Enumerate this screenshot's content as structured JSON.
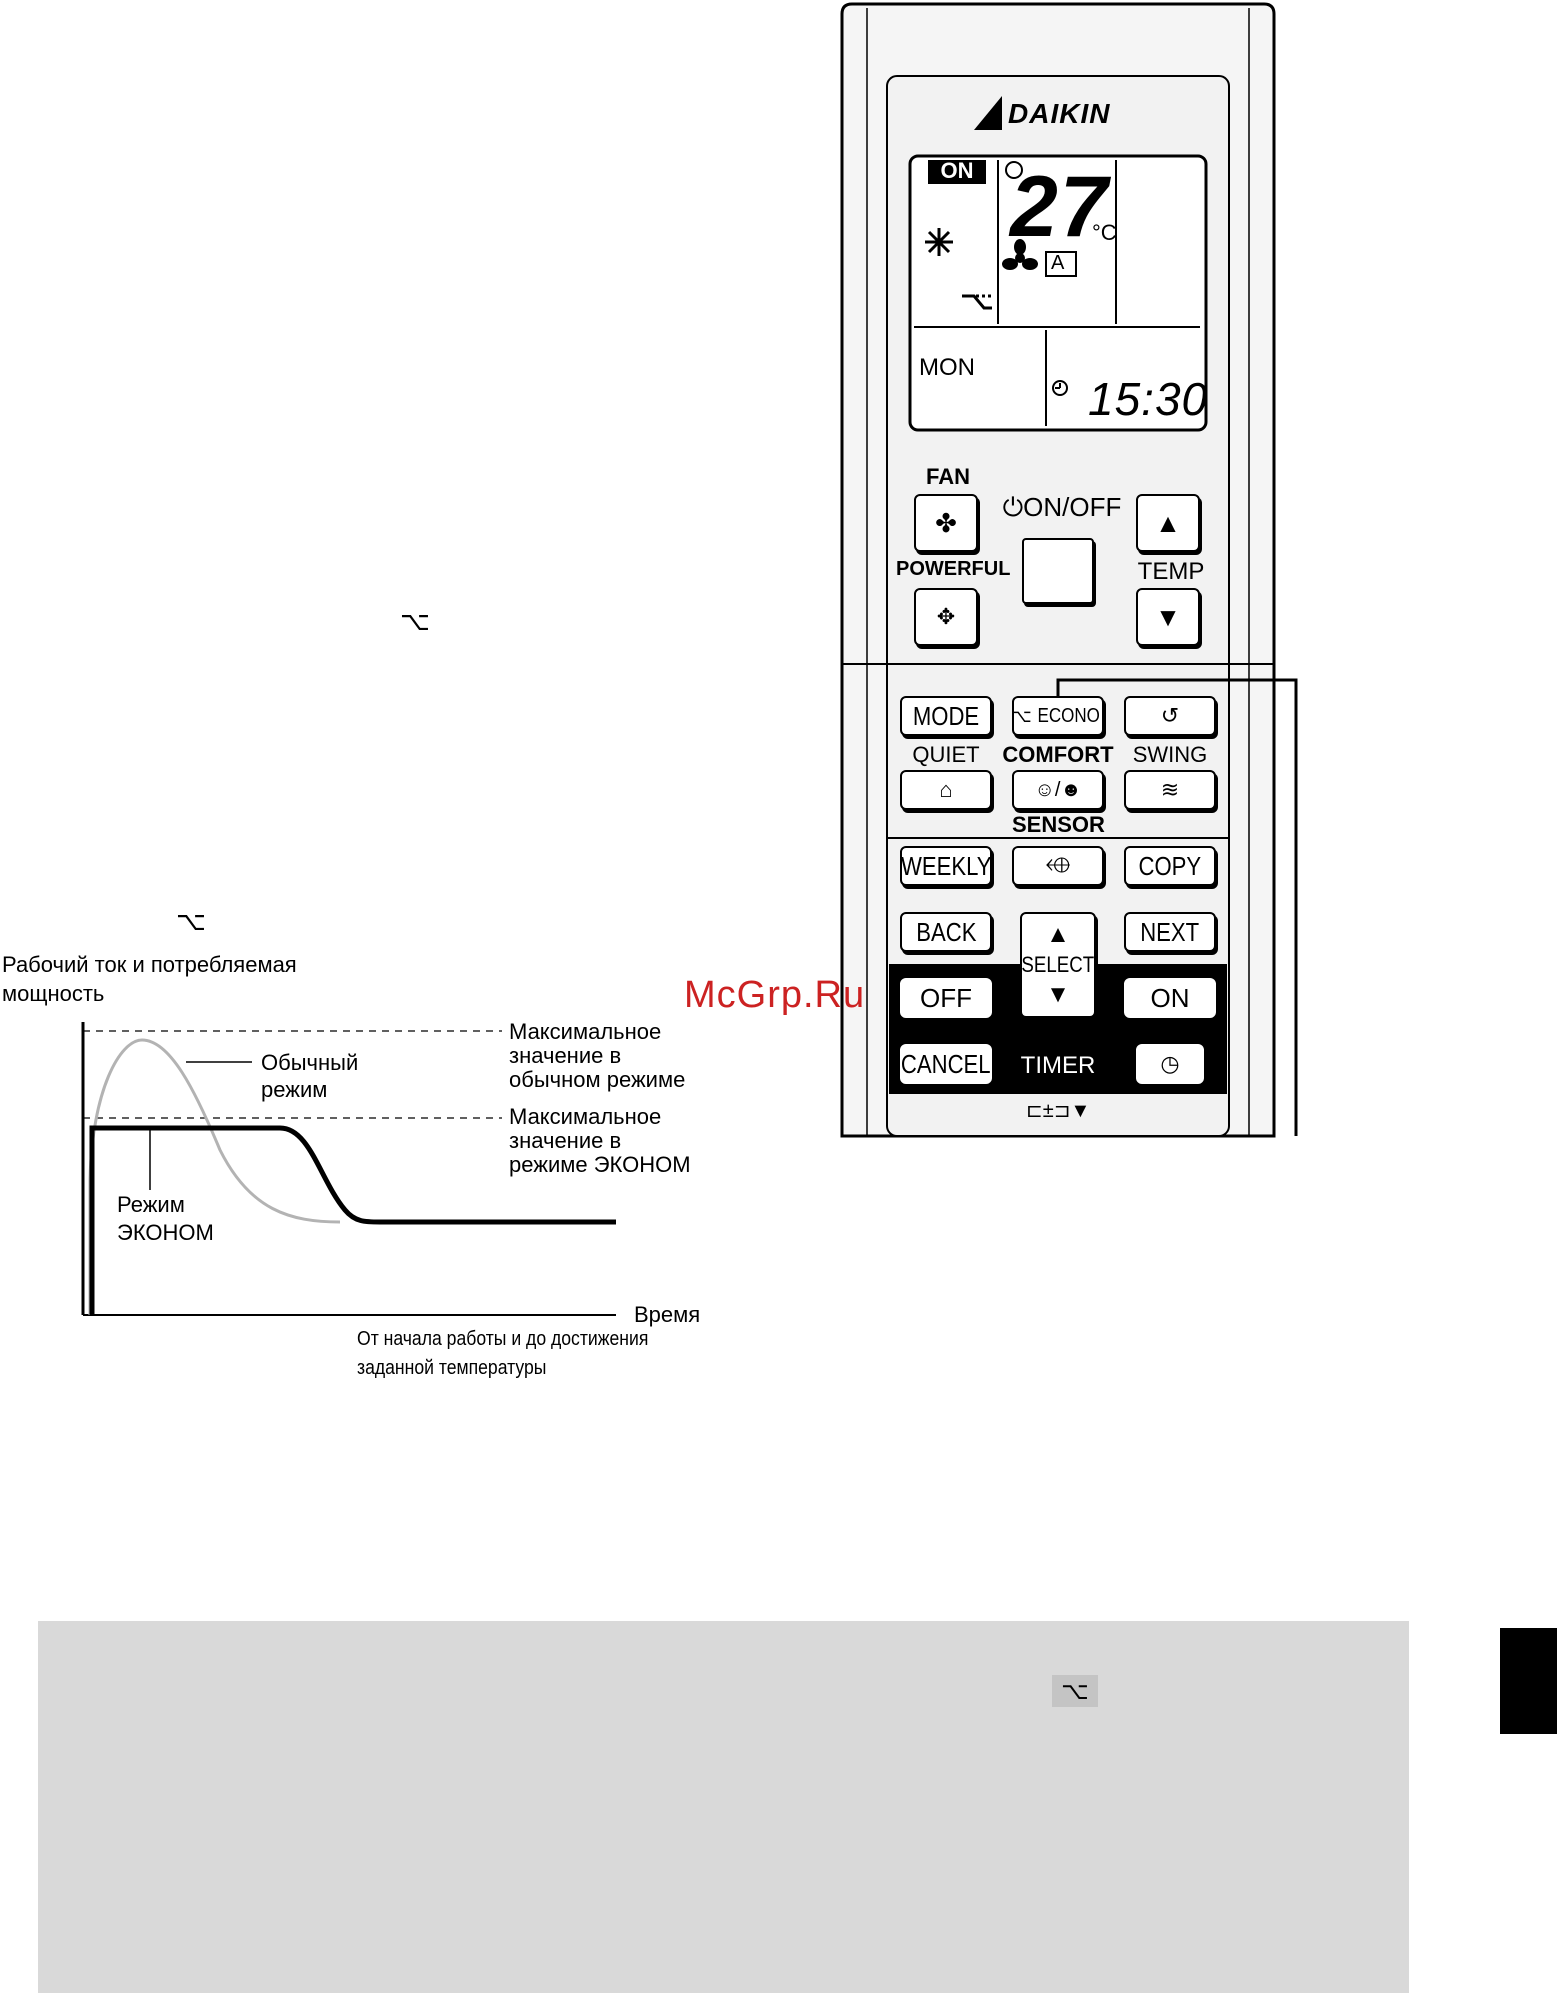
{
  "remote": {
    "brand": "DAIKIN",
    "lcd": {
      "on_indicator": "ON",
      "temperature": "27",
      "temp_unit": "°C",
      "fan_auto": "A",
      "day": "MON",
      "clock": "15:30"
    },
    "labels": {
      "fan": "FAN",
      "on_off": "ON/OFF",
      "powerful": "POWERFUL",
      "temp": "TEMP",
      "quiet": "QUIET",
      "comfort": "COMFORT",
      "swing": "SWING",
      "sensor": "SENSOR",
      "select": "SELECT",
      "timer": "TIMER"
    },
    "buttons": {
      "mode": "MODE",
      "econo": "ECONO",
      "weekly": "WEEKLY",
      "copy": "COPY",
      "back": "BACK",
      "next": "NEXT",
      "off": "OFF",
      "on": "ON",
      "cancel": "CANCEL"
    }
  },
  "watermark": "McGrp.Ru",
  "graph": {
    "ylabel_line1": "Рабочий ток и потребляемая",
    "ylabel_line2": "мощность",
    "normal_label_line1": "Обычный",
    "normal_label_line2": "режим",
    "econo_label_line1": "Режим",
    "econo_label_line2": "ЭКОНОМ",
    "max_normal_line1": "Максимальное",
    "max_normal_line2": "значение в",
    "max_normal_line3": "обычном режиме",
    "max_econo_line1": "Максимальное",
    "max_econo_line2": "значение в",
    "max_econo_line3": "режиме ЭКОНОМ",
    "xlabel": "Время",
    "note_line1": "От начала работы и до достижения",
    "note_line2": "заданной температуры"
  },
  "colors": {
    "normal_curve": "#b3b3b3",
    "econo_curve": "#000000",
    "note_box": "#d9d9d9",
    "watermark": "#cc2222"
  }
}
